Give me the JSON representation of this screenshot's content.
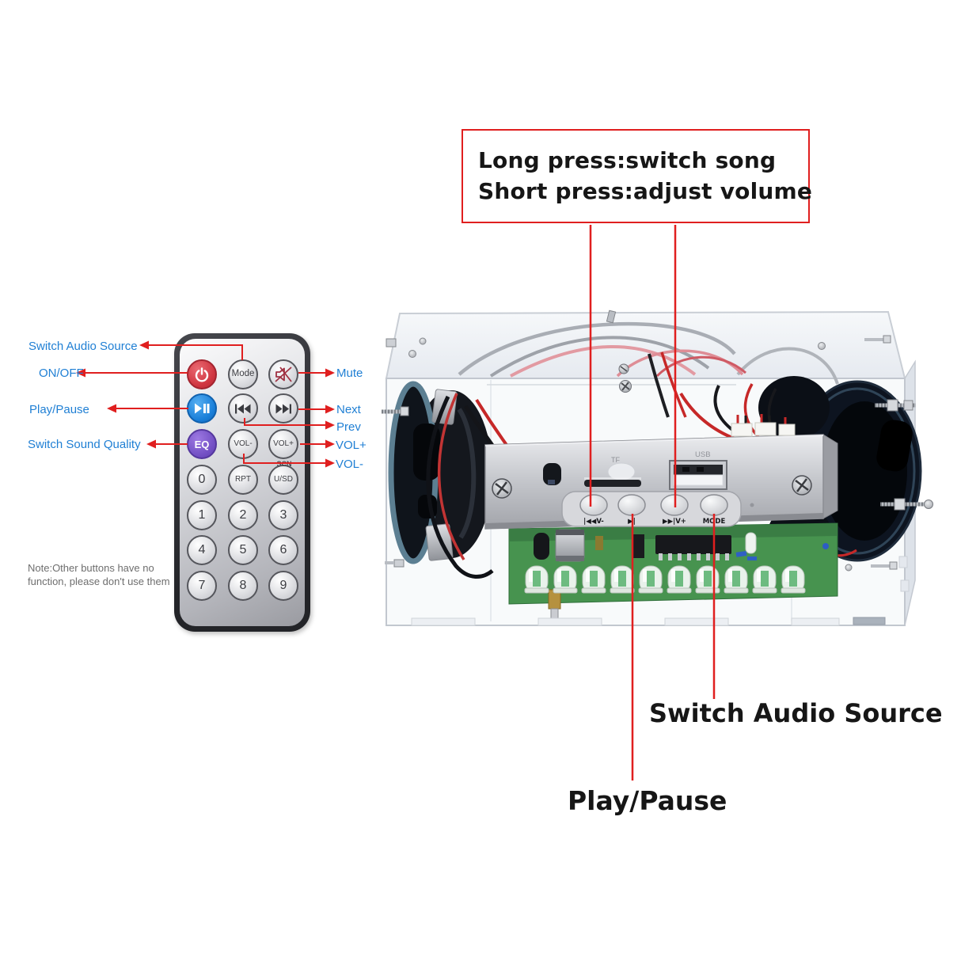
{
  "callout_box": {
    "line1": "Long press:switch song",
    "line2": "Short press:adjust volume"
  },
  "board_labels": {
    "switch_audio_source": "Switch Audio Source",
    "play_pause": "Play/Pause"
  },
  "remote_annotations": {
    "left": [
      {
        "text": "Switch Audio Source"
      },
      {
        "text": "ON/OFF"
      },
      {
        "text": "Play/Pause"
      },
      {
        "text": "Switch Sound Quality"
      }
    ],
    "right": [
      {
        "text": "Mute"
      },
      {
        "text": "Next"
      },
      {
        "text": "Prev"
      },
      {
        "text": "VOL+"
      },
      {
        "text": "VOL-"
      }
    ]
  },
  "note": {
    "line1": "Note:Other buttons have no",
    "line2": "function, please don't use them"
  },
  "remote_buttons": {
    "mode": "Mode",
    "eq": "EQ",
    "vol_minus": "VOL-",
    "vol_plus": "VOL+",
    "zero": "0",
    "rpt": "RPT",
    "usd": "U/SD",
    "scn": "SCN",
    "d1": "1",
    "d2": "2",
    "d3": "3",
    "d4": "4",
    "d5": "5",
    "d6": "6",
    "d7": "7",
    "d8": "8",
    "d9": "9"
  },
  "panel": {
    "btn1": "|◀◀V-",
    "btn2": "▶|",
    "btn3": "▶▶|V+",
    "btn4": "MODE",
    "usb": "USB",
    "tf": "TF"
  },
  "icons": {
    "power": "power-icon",
    "mute": "mute-speaker-icon",
    "play_pause": "play-pause-icon",
    "prev": "prev-icon",
    "next": "next-icon"
  },
  "colors": {
    "annotation_red": "#e01f1f",
    "label_blue": "#1f7fd4",
    "power_red": "#cf3540",
    "play_blue": "#1a7fd9",
    "eq_purple": "#7350c4",
    "pcb_green": "#47934f"
  }
}
